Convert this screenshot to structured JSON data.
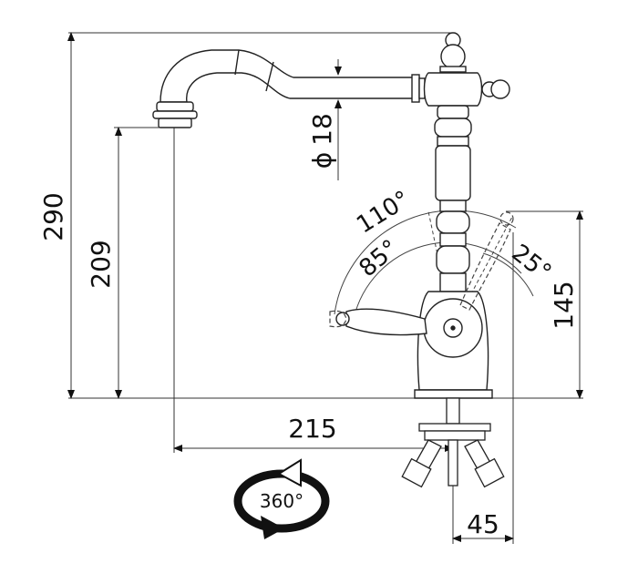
{
  "dimensions": {
    "height_total": "290",
    "height_spout": "209",
    "reach": "215",
    "height_handle": "145",
    "offset": "45",
    "diameter_symbol": "ϕ",
    "diameter_value": "18"
  },
  "angles": {
    "outer": "110°",
    "inner": "85°",
    "right": "25°"
  },
  "rotation": {
    "label": "360°"
  },
  "colors": {
    "line": "#222222",
    "dim_line": "#333333",
    "arrow_fill": "#111111"
  }
}
